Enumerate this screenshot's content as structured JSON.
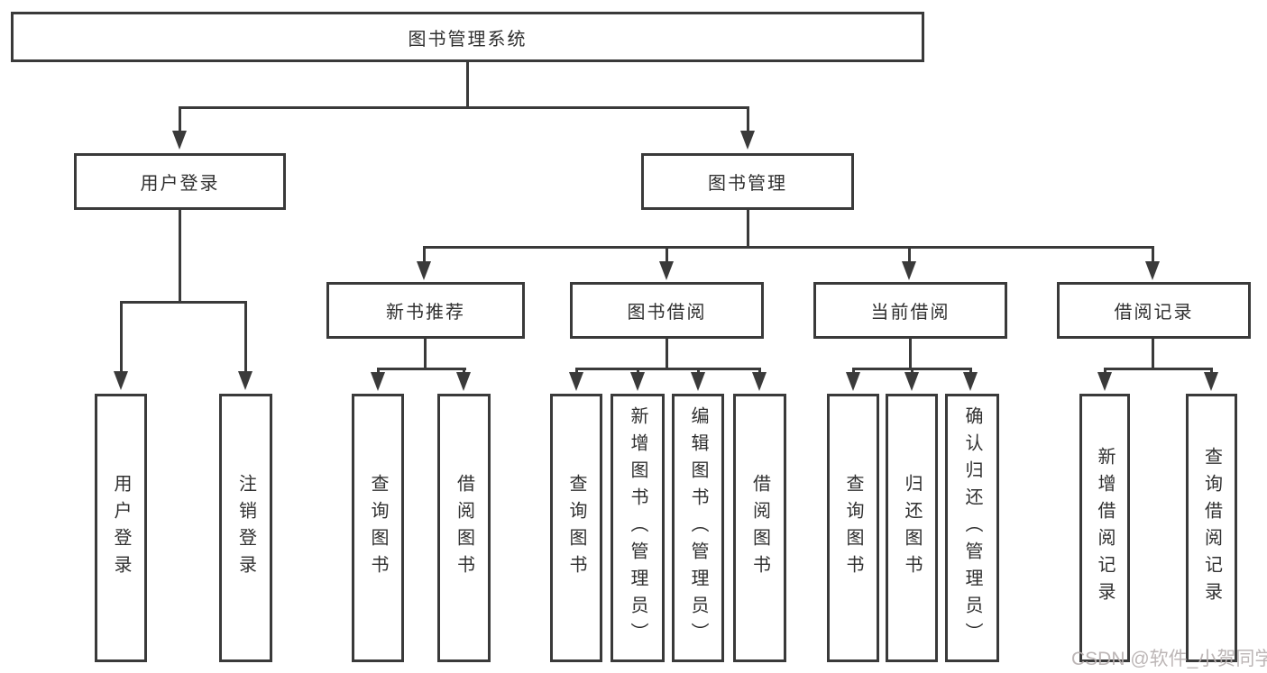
{
  "diagram": {
    "type": "org-tree",
    "title": "图书管理系统",
    "watermark": "CSDN @软件_小贺同学",
    "colors": {
      "line": "#3a3a3a",
      "text": "#303030",
      "background": "#ffffff",
      "watermark": "#b7b0b0"
    },
    "nodes": {
      "root": {
        "label": "图书管理系统",
        "level": 1
      },
      "login_group": {
        "label": "用户登录",
        "level": 2,
        "parent": "root"
      },
      "book_mgmt": {
        "label": "图书管理",
        "level": 2,
        "parent": "root"
      },
      "new_book_rec": {
        "label": "新书推荐",
        "level": 3,
        "parent": "book_mgmt"
      },
      "book_borrow": {
        "label": "图书借阅",
        "level": 3,
        "parent": "book_mgmt"
      },
      "current_borrow": {
        "label": "当前借阅",
        "level": 3,
        "parent": "book_mgmt"
      },
      "borrow_records": {
        "label": "借阅记录",
        "level": 3,
        "parent": "book_mgmt"
      },
      "user_login": {
        "label": "用户登录",
        "level": 4,
        "parent": "login_group"
      },
      "logout": {
        "label": "注销登录",
        "level": 4,
        "parent": "login_group"
      },
      "nbr_query_books": {
        "label": "查询图书",
        "level": 4,
        "parent": "new_book_rec"
      },
      "nbr_borrow_books": {
        "label": "借阅图书",
        "level": 4,
        "parent": "new_book_rec"
      },
      "bb_query_books": {
        "label": "查询图书",
        "level": 4,
        "parent": "book_borrow"
      },
      "bb_add_books": {
        "label": "新增图书（管理员）",
        "level": 4,
        "parent": "book_borrow"
      },
      "bb_edit_books": {
        "label": "编辑图书（管理员）",
        "level": 4,
        "parent": "book_borrow"
      },
      "bb_borrow_books": {
        "label": "借阅图书",
        "level": 4,
        "parent": "book_borrow"
      },
      "cb_query_books": {
        "label": "查询图书",
        "level": 4,
        "parent": "current_borrow"
      },
      "cb_return_books": {
        "label": "归还图书",
        "level": 4,
        "parent": "current_borrow"
      },
      "cb_confirm_return": {
        "label": "确认归还（管理员）",
        "level": 4,
        "parent": "current_borrow"
      },
      "br_add_record": {
        "label": "新增借阅记录",
        "level": 4,
        "parent": "borrow_records"
      },
      "br_query_record": {
        "label": "查询借阅记录",
        "level": 4,
        "parent": "borrow_records"
      }
    }
  }
}
